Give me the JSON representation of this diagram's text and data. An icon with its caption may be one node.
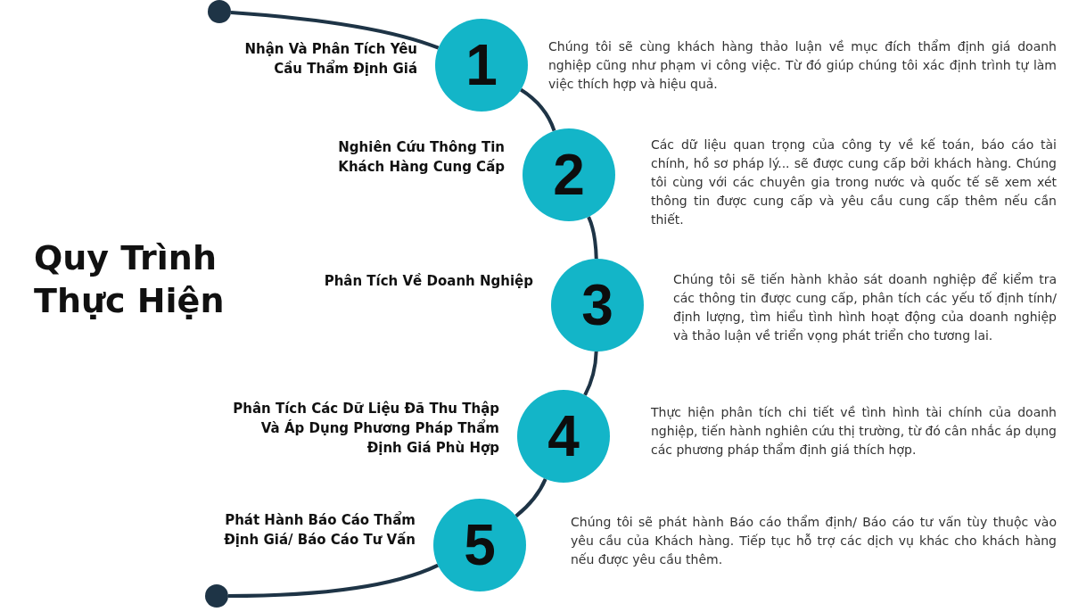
{
  "diagram": {
    "title": "Quy Trình Thực Hiện",
    "nodes": [
      {
        "text": [],
        "shape": "circle"
      },
      {
        "text": [
          "1"
        ],
        "beside": [
          "Nhận Và Phân Tích Yêu Cầu Thẩm Định Giá",
          "Chúng tôi sẽ cùng khách hàng thảo luận về mục đích thẩm định giá doanh nghiệp cũng như phạm vi công việc. Từ đó giúp chúng tôi xác định trình tự làm việc thích hợp và hiệu quả."
        ]
      },
      {
        "text": [
          "2"
        ],
        "beside": [
          "Nghiên Cứu Thông Tin Khách Hàng Cung Cấp",
          "Các dữ liệu quan trọng của công ty về kế toán, báo cáo tài chính, hồ sơ pháp lý... sẽ được cung cấp bởi khách hàng. Chúng tôi cùng với các chuyên gia trong nước và quốc tế sẽ xem xét thông tin được cung cấp và yêu cầu cung cấp thêm nếu cần thiết."
        ]
      },
      {
        "text": [
          "3"
        ],
        "beside": [
          "Phân Tích Về Doanh Nghiệp",
          "Chúng tôi sẽ tiến hành khảo sát doanh nghiệp để kiểm tra các thông tin được cung cấp, phân tích các yếu tố định tính/định lượng, tìm hiểu tình hình hoạt động của doanh nghiệp và thảo luận về triển vọng phát triển cho tương lai."
        ]
      },
      {
        "text": [
          "4"
        ],
        "beside": [
          "Phân Tích Các Dữ Liệu Đã Thu Thập Và Áp Dụng Phương Pháp Thẩm Định Giá Phù Hợp",
          "Thực hiện phân tích chi tiết về tình hình tài chính của doanh nghiệp, tiến hành nghiên cứu thị trường, từ đó cân nhắc áp dụng các phương pháp thẩm định giá thích hợp."
        ]
      },
      {
        "text": [
          "5"
        ],
        "beside": [
          "Phát Hành Báo Cáo Thẩm Định Giá/ Báo Cáo Tư Vấn",
          "Chúng tôi sẽ phát hành Báo cáo thẩm định/ Báo cáo tư vấn tùy thuộc vào yêu cầu của Khách hàng. Tiếp tục hỗ trợ các dịch vụ khác cho khách hàng nếu được yêu cầu thêm."
        ]
      },
      {
        "text": [],
        "shape": "circle"
      }
    ],
    "edges": [
      {
        "from": 0,
        "to": 1,
        "arrow": "none"
      },
      {
        "from": 1,
        "to": 2,
        "arrow": "none"
      },
      {
        "from": 2,
        "to": 3,
        "arrow": "none"
      },
      {
        "from": 3,
        "to": 4,
        "arrow": "none"
      },
      {
        "from": 4,
        "to": 5,
        "arrow": "none"
      },
      {
        "from": 5,
        "to": 6,
        "arrow": "none"
      }
    ]
  }
}
